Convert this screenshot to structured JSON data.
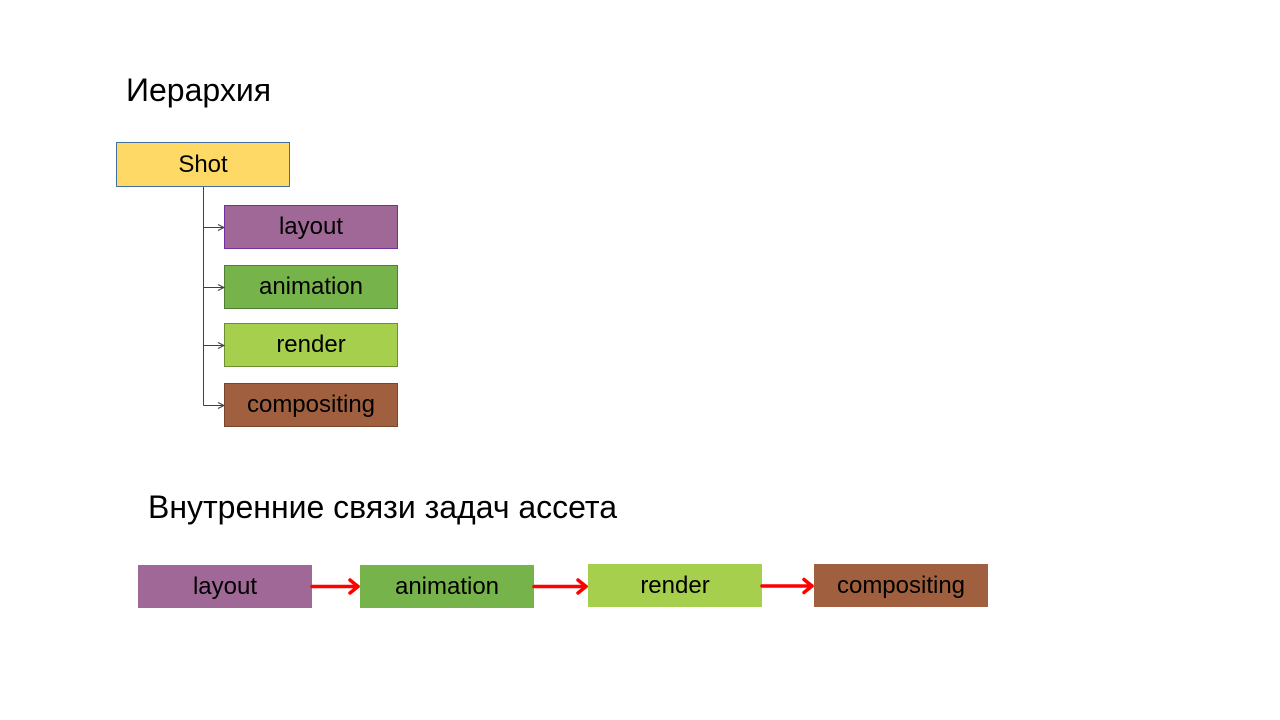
{
  "hierarchy": {
    "title": "Иерархия",
    "root": {
      "label": "Shot",
      "color": "#FFD966",
      "border": "#41719C"
    },
    "children": [
      {
        "label": "layout",
        "color": "#A06896",
        "border": "#7030A0"
      },
      {
        "label": "animation",
        "color": "#76B34A",
        "border": "#507E32"
      },
      {
        "label": "render",
        "color": "#A6CF4E",
        "border": "#6F8F2E"
      },
      {
        "label": "compositing",
        "color": "#A0603F",
        "border": "#7A452C"
      }
    ]
  },
  "links": {
    "title": "Внутренние связи задач ассета",
    "nodes": [
      {
        "label": "layout",
        "color": "#A06896"
      },
      {
        "label": "animation",
        "color": "#76B34A"
      },
      {
        "label": "render",
        "color": "#A6CF4E"
      },
      {
        "label": "compositing",
        "color": "#A0603F"
      }
    ],
    "arrow_color": "#FF0000"
  }
}
